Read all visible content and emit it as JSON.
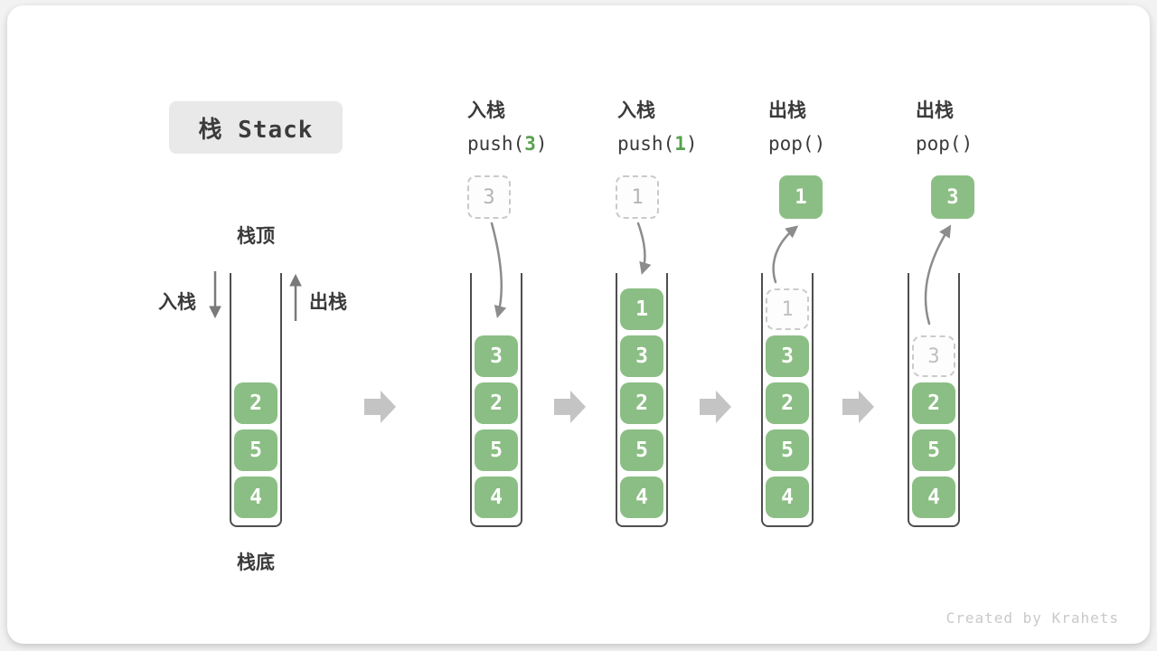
{
  "title": "栈 Stack",
  "footer": "Created by Krahets",
  "colors": {
    "block_green": "#8bbe84",
    "code_arg_green": "#58a14f",
    "arrow_gray": "#8c8c8c",
    "step_arrow_gray": "#c4c4c4"
  },
  "legend": {
    "stack_top": "栈顶",
    "stack_bottom": "栈底",
    "push_side": "入栈",
    "pop_side": "出栈"
  },
  "columns": [
    {
      "name": "initial",
      "stack": [
        {
          "value": "2"
        },
        {
          "value": "5"
        },
        {
          "value": "4"
        }
      ]
    },
    {
      "name": "push-3",
      "op": "入栈",
      "code": {
        "pre": "push(",
        "arg": "3",
        "post": ")"
      },
      "floating": {
        "value": "3",
        "style": "dashed"
      },
      "stack": [
        {
          "value": "3"
        },
        {
          "value": "2"
        },
        {
          "value": "5"
        },
        {
          "value": "4"
        }
      ]
    },
    {
      "name": "push-1",
      "op": "入栈",
      "code": {
        "pre": "push(",
        "arg": "1",
        "post": ")"
      },
      "floating": {
        "value": "1",
        "style": "dashed"
      },
      "stack": [
        {
          "value": "1"
        },
        {
          "value": "3"
        },
        {
          "value": "2"
        },
        {
          "value": "5"
        },
        {
          "value": "4"
        }
      ]
    },
    {
      "name": "pop-1",
      "op": "出栈",
      "code": {
        "pre": "pop()",
        "arg": "",
        "post": ""
      },
      "floating": {
        "value": "1",
        "style": "solid"
      },
      "stack": [
        {
          "value": "1",
          "ghost": true
        },
        {
          "value": "3"
        },
        {
          "value": "2"
        },
        {
          "value": "5"
        },
        {
          "value": "4"
        }
      ]
    },
    {
      "name": "pop-3",
      "op": "出栈",
      "code": {
        "pre": "pop()",
        "arg": "",
        "post": ""
      },
      "floating": {
        "value": "3",
        "style": "solid"
      },
      "stack": [
        {
          "value": "3",
          "ghost": true
        },
        {
          "value": "2"
        },
        {
          "value": "5"
        },
        {
          "value": "4"
        }
      ]
    }
  ]
}
